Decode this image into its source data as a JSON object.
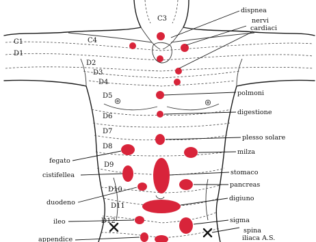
{
  "segments": [
    "C3",
    "C1",
    "C4",
    "D1",
    "D2",
    "D3",
    "D4",
    "D5",
    "D6",
    "D7",
    "D8",
    "D9",
    "D10",
    "D11",
    "D12"
  ],
  "labels_right": [
    "dispnea",
    "nervi",
    "cardiaci",
    "polmoni",
    "digestione",
    "plesso solare",
    "milza",
    "stomaco",
    "pancreas",
    "digiuno",
    "sigma",
    "spina",
    "iliaca A.S."
  ],
  "labels_left": [
    "fegato",
    "cistifellea",
    "duodeno",
    "ileo",
    "appendice"
  ],
  "colors": {
    "spot": "#d8243a",
    "line": "#1a1a1a",
    "background": "#ffffff"
  }
}
